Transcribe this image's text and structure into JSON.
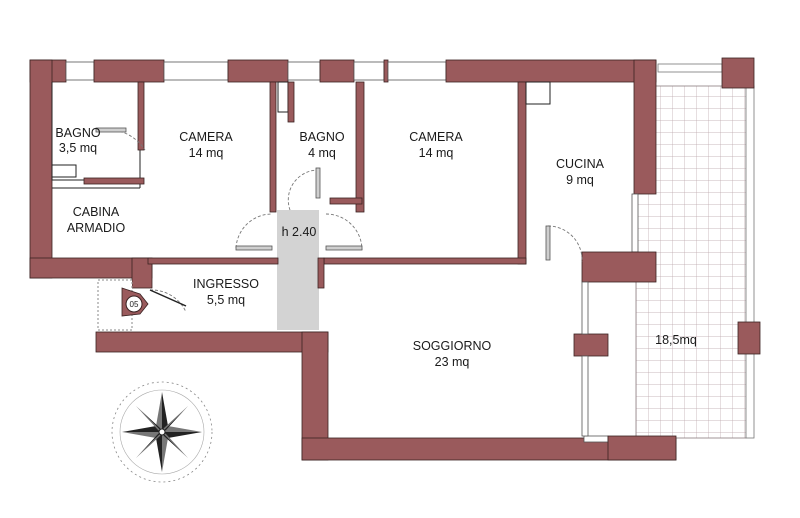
{
  "rooms": {
    "bagno1": {
      "name": "BAGNO",
      "area": "3,5 mq"
    },
    "camera1": {
      "name": "CAMERA",
      "area": "14 mq"
    },
    "bagno2": {
      "name": "BAGNO",
      "area": "4 mq"
    },
    "camera2": {
      "name": "CAMERA",
      "area": "14 mq"
    },
    "cucina": {
      "name": "CUCINA",
      "area": "9 mq"
    },
    "cabina": {
      "name1": "CABINA",
      "name2": "ARMADIO"
    },
    "ingresso": {
      "name": "INGRESSO",
      "area": "5,5 mq"
    },
    "soggiorno": {
      "name": "SOGGIORNO",
      "area": "23 mq"
    },
    "terrazzo": {
      "area": "18,5mq"
    }
  },
  "hallway": {
    "height": "h 2.40"
  },
  "entry_marker": {
    "label": "05"
  },
  "colors": {
    "wall": "#9a5a5c",
    "wall_stroke": "#3a2222",
    "hall": "#d3d3d3",
    "tile_grid": "#b9a3a8",
    "compass": "#222222"
  },
  "compass": {
    "icon": "compass-rose-icon"
  }
}
